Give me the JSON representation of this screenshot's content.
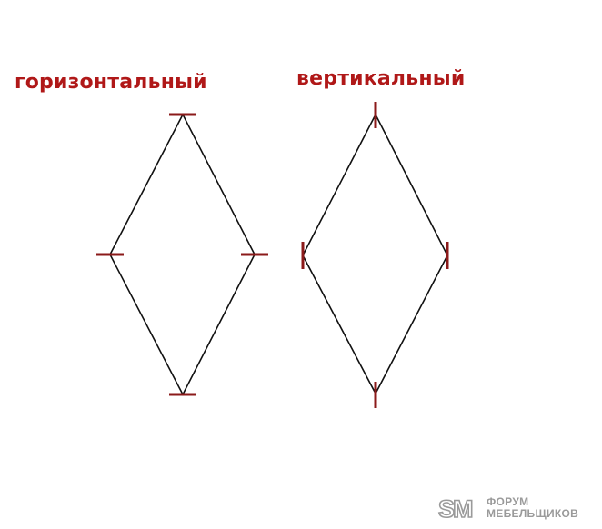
{
  "colors": {
    "label": "#b01818",
    "marker": "#8b1a1a",
    "line": "#111111",
    "watermark": "#9a9a9a"
  },
  "labels": {
    "horizontal": "горизонтальный",
    "vertical": "вертикальный"
  },
  "watermark": {
    "logo_text": "SM",
    "line1": "ФОРУМ",
    "line2": "МЕБЕЛЬЩИКОВ"
  }
}
